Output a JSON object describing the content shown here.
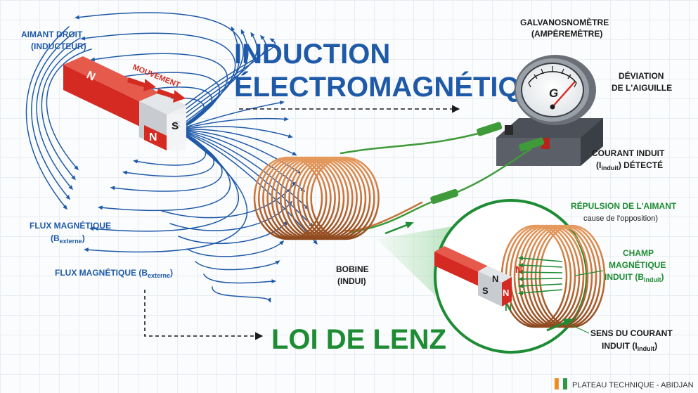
{
  "title": {
    "line1": "INDUCTION",
    "line2": "ÉLECTROMAGNÉTIQUE"
  },
  "lenz_title": "LOI DE LENZ",
  "labels": {
    "magnet_line1": "AIMANT DROIT",
    "magnet_line2": "(INDUCTEUR)",
    "movement": "MOUVEMENT",
    "flux1_line1": "FLUX MAGNÉTIQUE",
    "flux1_line2_main": "(B",
    "flux1_line2_sub": "externe",
    "flux1_line2_end": ")",
    "flux2_main": "FLUX MAGNÉTIQUE (B",
    "flux2_sub": "externe",
    "flux2_end": ")",
    "coil_line1": "BOBINE",
    "coil_line2": "(INDUI)",
    "galvano_line1": "GALVANOSNOMÈTRE",
    "galvano_line2": "(AMPÈREMÈTRE)",
    "deviation_line1": "DÉVIATION",
    "deviation_line2": "DE L'AIGUILLE",
    "current_line1": "COURANT INDUIT",
    "current_line2_main": "(I",
    "current_line2_sub": "induit",
    "current_line2_end": ") DÉTECTÉ",
    "repulsion_line1": "RÉPULSION DE L'AIMANT",
    "repulsion_line2": "cause de l'opposition)",
    "champ_line1": "CHAMP",
    "champ_line2": "MAGNÉTIQUE",
    "champ_line3_main": "INDUIT (B",
    "champ_line3_sub": "induit",
    "champ_line3_end": ")",
    "sens_line1": "SENS DU COURANT",
    "sens_line2_main": "INDUIT (I",
    "sens_line2_sub": "induit",
    "sens_line2_end": ")"
  },
  "magnet": {
    "north": "N",
    "south": "S"
  },
  "inset_magnet": {
    "north": "N",
    "south": "S"
  },
  "inset_poles": {
    "top": "N",
    "bottom": "N"
  },
  "galvanometer": {
    "symbol": "G"
  },
  "footer": {
    "text": "PLATEAU TECHNIQUE - ABIDJAN",
    "flag_colors": [
      "#f08a1c",
      "#ffffff",
      "#2b9a46"
    ]
  },
  "colors": {
    "field": "#1f5aa8",
    "magnet_red": "#d42a22",
    "copper": "#c8733a",
    "green": "#1e8c34",
    "wire_green": "#3f9a3a"
  }
}
